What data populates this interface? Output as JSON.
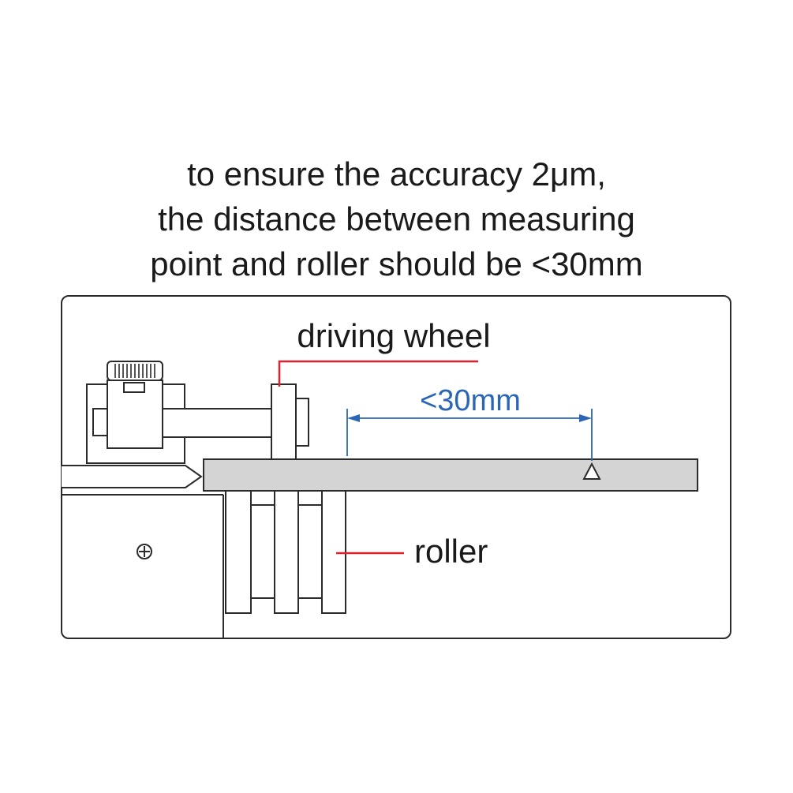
{
  "heading": {
    "line1": "to ensure the accuracy 2μm,",
    "line2": "the distance between measuring",
    "line3": "point and roller should be <30mm"
  },
  "labels": {
    "driving_wheel": "driving wheel",
    "roller": "roller",
    "distance": "<30mm"
  },
  "colors": {
    "text": "#1a1a1a",
    "outline": "#2b2b2b",
    "rod_fill": "#d4d4d4",
    "callout_red": "#e0202a",
    "dimension_blue": "#2a66b3"
  },
  "icons": [
    "crosshair-screw-icon",
    "triangle-measuring-point-icon",
    "knurled-knob-icon"
  ]
}
